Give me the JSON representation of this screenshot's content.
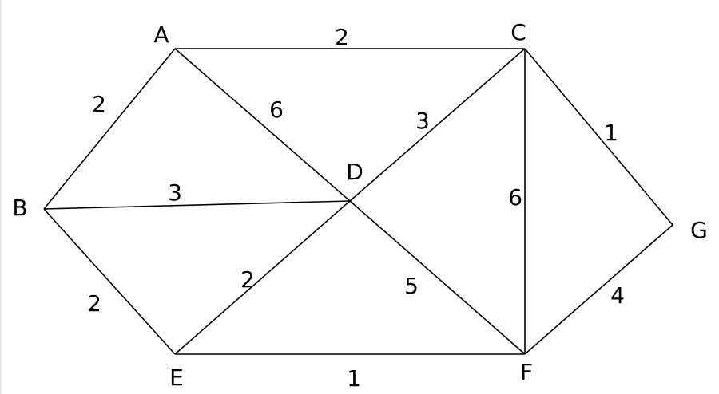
{
  "graph": {
    "nodes": [
      {
        "id": "A",
        "label": "A"
      },
      {
        "id": "B",
        "label": "B"
      },
      {
        "id": "C",
        "label": "C"
      },
      {
        "id": "D",
        "label": "D"
      },
      {
        "id": "E",
        "label": "E"
      },
      {
        "id": "F",
        "label": "F"
      },
      {
        "id": "G",
        "label": "G"
      }
    ],
    "edges": [
      {
        "from": "A",
        "to": "C",
        "weight": "2"
      },
      {
        "from": "A",
        "to": "B",
        "weight": "2"
      },
      {
        "from": "A",
        "to": "D",
        "weight": "6"
      },
      {
        "from": "B",
        "to": "D",
        "weight": "3"
      },
      {
        "from": "B",
        "to": "E",
        "weight": "2"
      },
      {
        "from": "C",
        "to": "D",
        "weight": "3"
      },
      {
        "from": "C",
        "to": "F",
        "weight": "6"
      },
      {
        "from": "C",
        "to": "G",
        "weight": "1"
      },
      {
        "from": "D",
        "to": "E",
        "weight": "2"
      },
      {
        "from": "D",
        "to": "F",
        "weight": "5"
      },
      {
        "from": "E",
        "to": "F",
        "weight": "1"
      },
      {
        "from": "F",
        "to": "G",
        "weight": "4"
      }
    ]
  }
}
